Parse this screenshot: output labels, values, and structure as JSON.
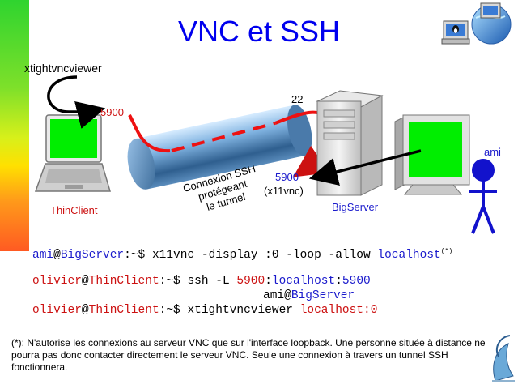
{
  "title": "VNC et SSH",
  "labels": {
    "viewer": "xtightvncviewer",
    "port_client": "5900",
    "port_ssh": "22",
    "port_server": "5900",
    "port_server_note": "(x11vnc)",
    "thinclient": "ThinClient",
    "bigserver": "BigServer",
    "ami": "ami",
    "tunnel_line1": "Connexion SSH",
    "tunnel_line2": "protégeant",
    "tunnel_line3": "le tunnel"
  },
  "commands": {
    "line1": {
      "user": "ami",
      "at": "@",
      "host": "BigServer",
      "prompt": ":~$ ",
      "cmd": "x11vnc -display :0 -loop -allow ",
      "arg": "localhost",
      "footnote_mark": "(*)"
    },
    "line2": {
      "user": "olivier",
      "at": "@",
      "host": "ThinClient",
      "prompt": ":~$ ",
      "cmd": "ssh -L ",
      "port": "5900",
      "sep": ":",
      "arg": "localhost",
      "sep2": ":",
      "port2": "5900"
    },
    "line3": {
      "user": "ami",
      "at": "@",
      "host": "BigServer"
    },
    "line4": {
      "user": "olivier",
      "at": "@",
      "host": "ThinClient",
      "prompt": ":~$ ",
      "cmd": "xtightvncviewer ",
      "arg": "localhost",
      "sep": ":",
      "display": "0"
    }
  },
  "footnote": "(*): N'autorise les connexions au serveur VNC que sur l'interface loopback. Une personne située à distance ne pourra pas donc contacter directement le serveur VNC. Seule une connexion à travers un tunnel SSH fonctionnera.",
  "colors": {
    "title": "#0000ee",
    "red": "#cc1111",
    "blue": "#1a1acc",
    "screen": "#00ee00"
  },
  "icons": [
    "linux-network-icon",
    "dolphin-logo-icon"
  ]
}
